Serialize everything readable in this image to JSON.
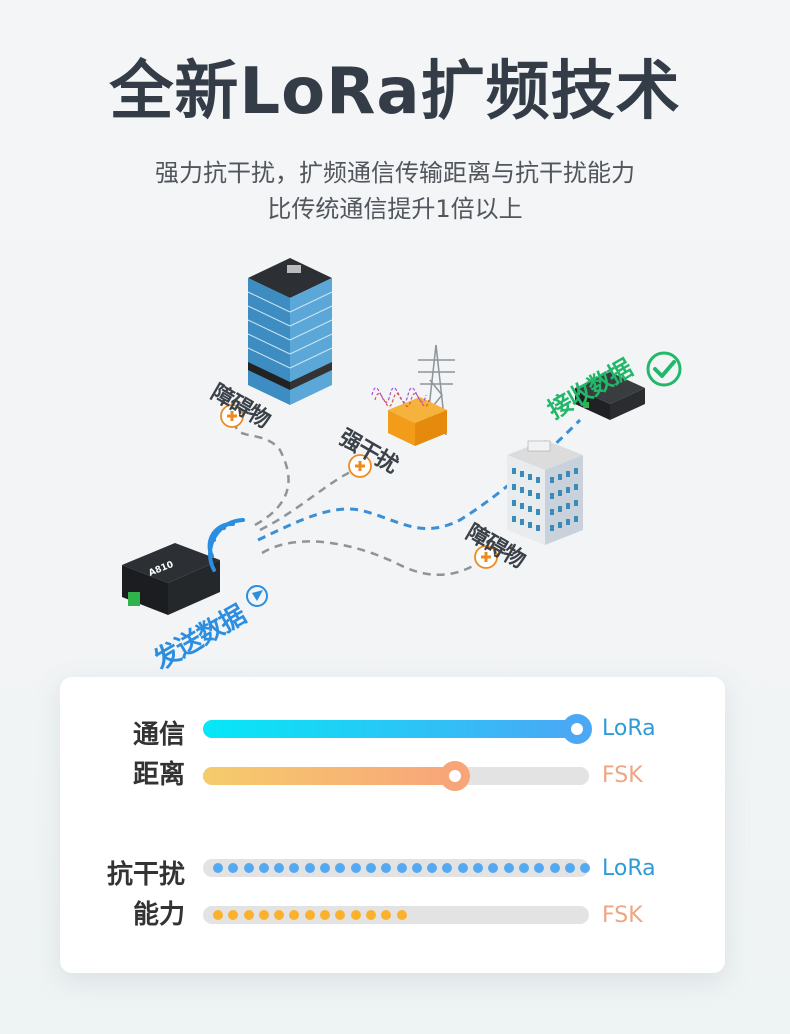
{
  "header": {
    "title": "全新LoRa扩频技术",
    "subtitle_line1": "强力抗干扰，扩频通信传输距离与抗干扰能力",
    "subtitle_line2": "比传统通信提升1倍以上"
  },
  "scene": {
    "obstacle_label_1": "障碍物",
    "interference_label": "强干扰",
    "obstacle_label_2": "障碍物",
    "receive_label": "接收数据",
    "send_label": "发送数据",
    "device_model": "A810",
    "colors": {
      "dashed_gray": "#8a8f94",
      "dashed_blue": "#3a8fd6",
      "marker_orange": "#f08a1c",
      "receive_green": "#23b76a",
      "send_blue": "#2b8ee0"
    }
  },
  "comparison": {
    "distance": {
      "label_line1": "通信",
      "label_line2": "距离",
      "lora": {
        "name": "LoRa",
        "value_percent": 97,
        "color_start": "#05e8f7",
        "color_end": "#4aa8f5",
        "label_color": "#2e9bd6"
      },
      "fsk": {
        "name": "FSK",
        "value_percent": 65,
        "color_start": "#f5cc6b",
        "color_end": "#f8a57a",
        "label_color": "#f0a582"
      }
    },
    "interference": {
      "label_line1": "抗干扰",
      "label_line2": "能力",
      "lora": {
        "name": "LoRa",
        "dots": 25,
        "dot_color": "#54a9f2",
        "label_color": "#2e9bd6"
      },
      "fsk": {
        "name": "FSK",
        "dots": 13,
        "dot_color": "#fbb12c",
        "label_color": "#f0a582"
      }
    }
  }
}
